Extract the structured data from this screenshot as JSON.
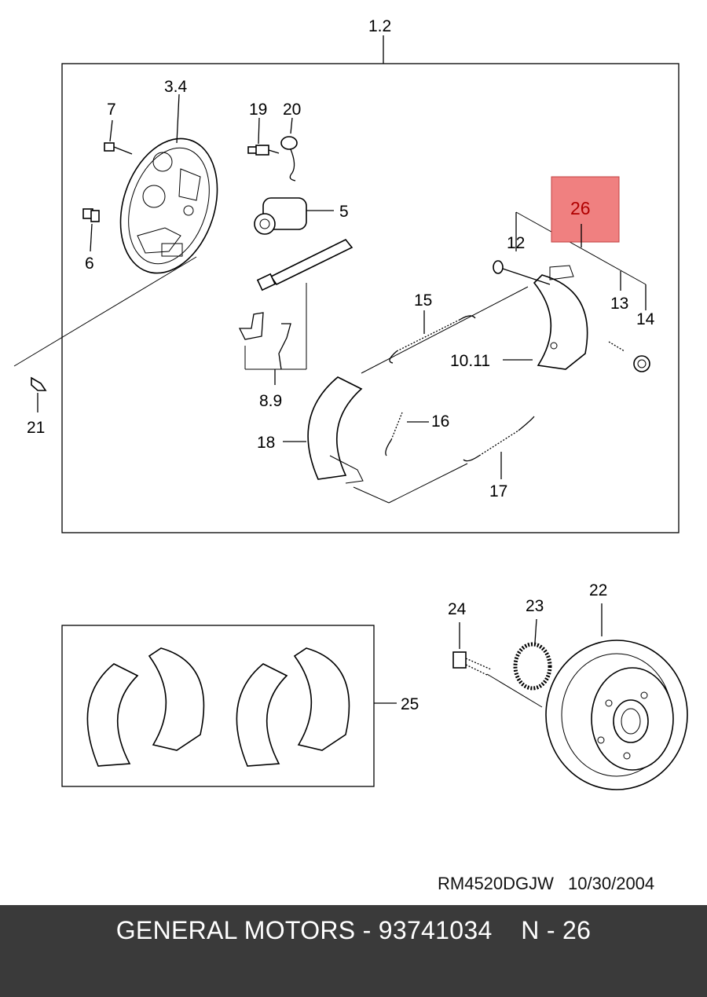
{
  "callouts": {
    "c1_2": "1.2",
    "c3_4": "3.4",
    "c5": "5",
    "c6": "6",
    "c7": "7",
    "c8_9": "8.9",
    "c10_11": "10.11",
    "c12": "12",
    "c13": "13",
    "c14": "14",
    "c15": "15",
    "c16": "16",
    "c17": "17",
    "c18": "18",
    "c19": "19",
    "c20": "20",
    "c21": "21",
    "c22": "22",
    "c23": "23",
    "c24": "24",
    "c25": "25",
    "c26": "26"
  },
  "highlight": {
    "fill": "#f08080",
    "text_color": "#b00000"
  },
  "drawing_code": "RM4520DGJW",
  "drawing_date": "10/30/2004",
  "footer": {
    "text": "GENERAL MOTORS - 93741034    N - 26",
    "background": "#3a3a3a"
  }
}
